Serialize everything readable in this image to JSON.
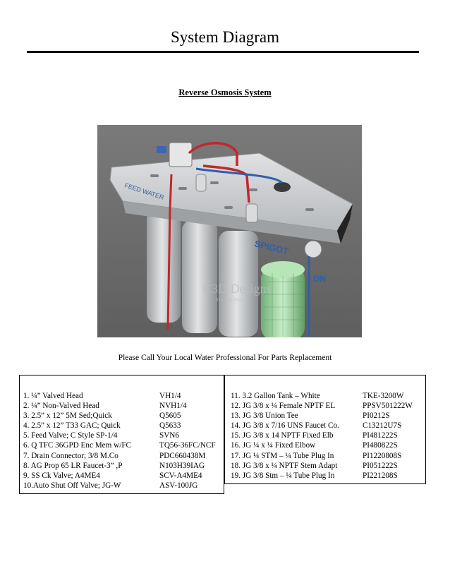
{
  "header": {
    "title": "System Diagram",
    "subtitle": "Reverse Osmosis System"
  },
  "figure": {
    "labels": {
      "feed_water": "FEED WATER",
      "spigot": "SPIGOT",
      "on": "ON",
      "watermark": "C3D Designs",
      "watermark_small": "818-555-0825"
    },
    "colors": {
      "background": "#6e6e6e",
      "manifold": "#c9cccf",
      "housings": "#bfc2c4",
      "tubing_red": "#c0282c",
      "tubing_blue": "#2f5fa8",
      "tank": "#9fd7a0"
    }
  },
  "caption": "Please Call Your Local Water Professional For Parts Replacement",
  "parts_left": [
    {
      "desc": "1.  ¼” Valved Head",
      "part": "VH1/4"
    },
    {
      "desc": "2.  ¼” Non-Valved Head",
      "part": "NVH1/4"
    },
    {
      "desc": "3.  2.5” x 12” 5M Sed;Quick",
      "part": "Q5605"
    },
    {
      "desc": "4.  2.5” x 12” T33 GAC; Quick",
      "part": "Q5633"
    },
    {
      "desc": "5.  Feed Valve; C Style SP-1/4",
      "part": "SVN6"
    },
    {
      "desc": "6.  Q TFC 36GPD Enc Mem w/FC",
      "part": "TQ56-36FC/NCF"
    },
    {
      "desc": "7.  Drain Connector; 3/8 M.Co",
      "part": "PDC660438M"
    },
    {
      "desc": "8.  AG Prop 65 LR Faucet-3” ,P",
      "part": "N103H39IAG"
    },
    {
      "desc": "9.  SS Ck Valve; A4ME4",
      "part": "SCV-A4ME4"
    },
    {
      "desc": "10.Auto Shut Off Valve; JG-W",
      "part": "ASV-100JG"
    }
  ],
  "parts_right": [
    {
      "desc": "11.  3.2 Gallon Tank – White",
      "part": "TKE-3200W"
    },
    {
      "desc": "12.  JG 3/8 x ¼ Female NPTF EL",
      "part": "PPSV501222W"
    },
    {
      "desc": "13.  JG 3/8 Union Tee",
      "part": "PI0212S"
    },
    {
      "desc": "14.  JG 3/8 x 7/16 UNS Faucet Co.",
      "part": "C13212U7S"
    },
    {
      "desc": "15.  JG 3/8 x 14 NPTF Fixed Elb",
      "part": "PI481222S"
    },
    {
      "desc": "16.  JG ¼ x ¼ Fixed Elbow",
      "part": "PI480822S"
    },
    {
      "desc": "17.  JG ¼ STM – ¼ Tube Plug In",
      "part": "PI1220808S"
    },
    {
      "desc": "18.  JG 3/8 x ¼ NPTF Stem Adapt",
      "part": "PI051222S"
    },
    {
      "desc": "19.  JG 3/8 Stm – ¼ Tube Plug In",
      "part": "PI221208S"
    }
  ]
}
